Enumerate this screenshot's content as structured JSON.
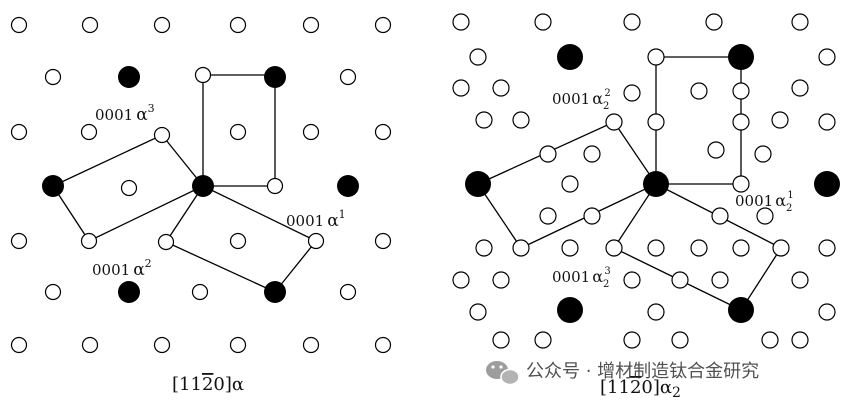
{
  "panels": [
    {
      "id": "alpha",
      "caption": "[11",
      "caption_bar": "2",
      "caption_tail": "0]α",
      "labels": [
        {
          "base": "0001",
          "greek": "α",
          "sub": "",
          "sup": "3"
        },
        {
          "base": "0001",
          "greek": "α",
          "sub": "",
          "sup": "1"
        },
        {
          "base": "0001",
          "greek": "α",
          "sub": "",
          "sup": "2"
        }
      ]
    },
    {
      "id": "alpha2",
      "caption": "[11",
      "caption_bar": "2",
      "caption_tail": "0]α",
      "caption_sub": "2",
      "labels": [
        {
          "base": "0001",
          "greek": "α",
          "sub": "2",
          "sup": "2"
        },
        {
          "base": "0001",
          "greek": "α",
          "sub": "2",
          "sup": "1"
        },
        {
          "base": "0001",
          "greek": "α",
          "sub": "2",
          "sup": "3"
        }
      ]
    }
  ],
  "watermark": {
    "icon": "wechat-icon",
    "text": "公众号 · 增材制造钛合金研究"
  }
}
